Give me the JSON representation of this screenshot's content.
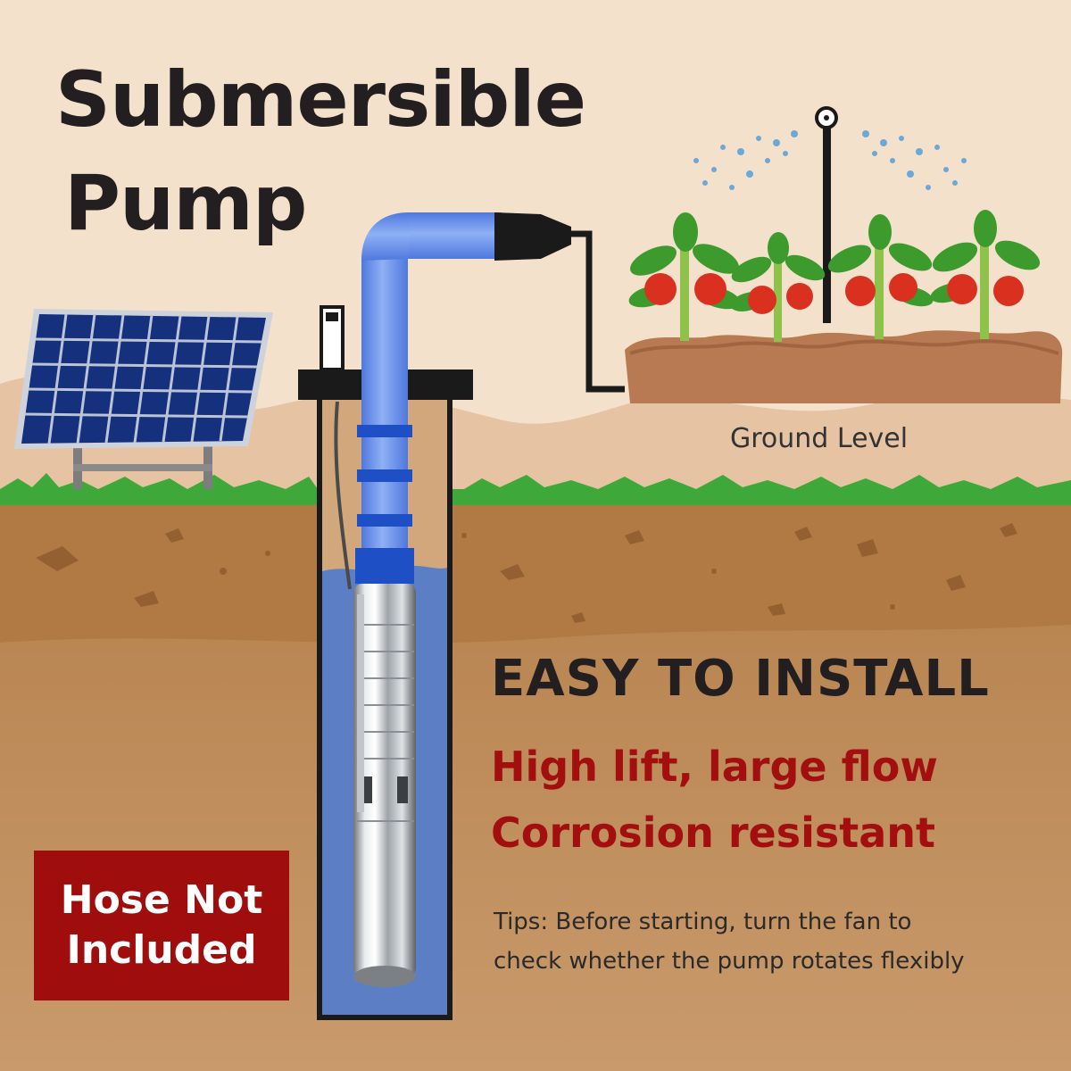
{
  "title": {
    "line1": "Submersible",
    "line2": "Pump"
  },
  "labels": {
    "ground_level": "Ground Level"
  },
  "headline": "EASY TO INSTALL",
  "features": {
    "line1": "High lift, large flow",
    "line2": "Corrosion resistant"
  },
  "tips": {
    "line1": "Tips: Before starting, turn the fan to",
    "line2": "check whether the pump rotates flexibly"
  },
  "notice": {
    "line1": "Hose Not",
    "line2": "Included"
  },
  "colors": {
    "sky": "#f4e1cc",
    "hill": "#e6c3a3",
    "grass": "#3ea93a",
    "soil_top": "#b88550",
    "soil_bottom": "#c99a6c",
    "well_water": "#5b7ec4",
    "pipe_blue": "#6e92ea",
    "clamp_blue": "#1e4fc4",
    "tomato_red": "#d9301f",
    "leaf_green": "#3d9b2d",
    "headline_red": "#a30f0f",
    "notice_bg": "#a00d0d"
  },
  "icons": {
    "solar_panel": "solar-panel-icon",
    "sprinkler": "sprinkler-icon",
    "tomato_plant": "tomato-plant-icon",
    "pump": "submersible-pump-icon"
  }
}
